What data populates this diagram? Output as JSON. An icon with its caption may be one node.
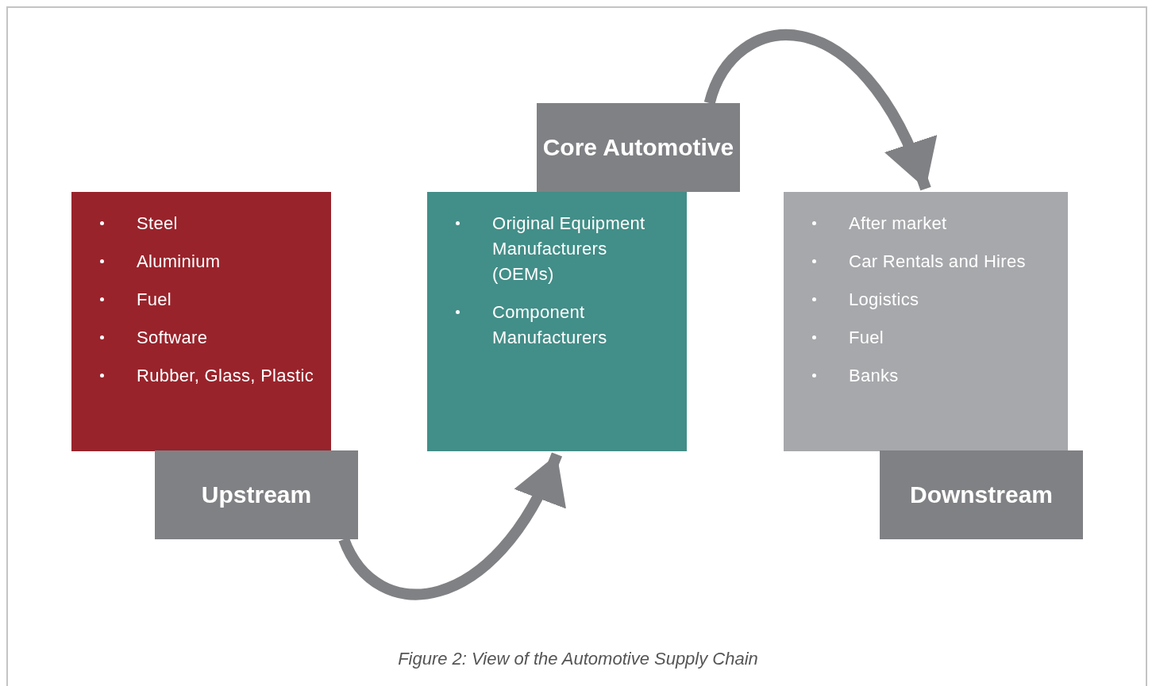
{
  "diagram": {
    "caption": "Figure 2: View of the Automotive Supply Chain",
    "nodes": [
      {
        "text": [
          "Steel",
          "Aluminium",
          "Fuel",
          "Software",
          "Rubber, Glass, Plastic"
        ]
      },
      {
        "text": [
          "Upstream"
        ]
      },
      {
        "text": [
          "Core Automotive"
        ]
      },
      {
        "text": [
          "Original Equipment Manufacturers (OEMs)",
          "Component Manufacturers"
        ]
      },
      {
        "text": [
          "After market",
          "Car Rentals and Hires",
          "Logistics",
          "Fuel",
          "Banks"
        ]
      },
      {
        "text": [
          "Downstream"
        ]
      }
    ],
    "edges": [
      {
        "from": 1,
        "to": 3,
        "arrow": "to"
      },
      {
        "from": 2,
        "to": 4,
        "arrow": "to"
      }
    ]
  }
}
